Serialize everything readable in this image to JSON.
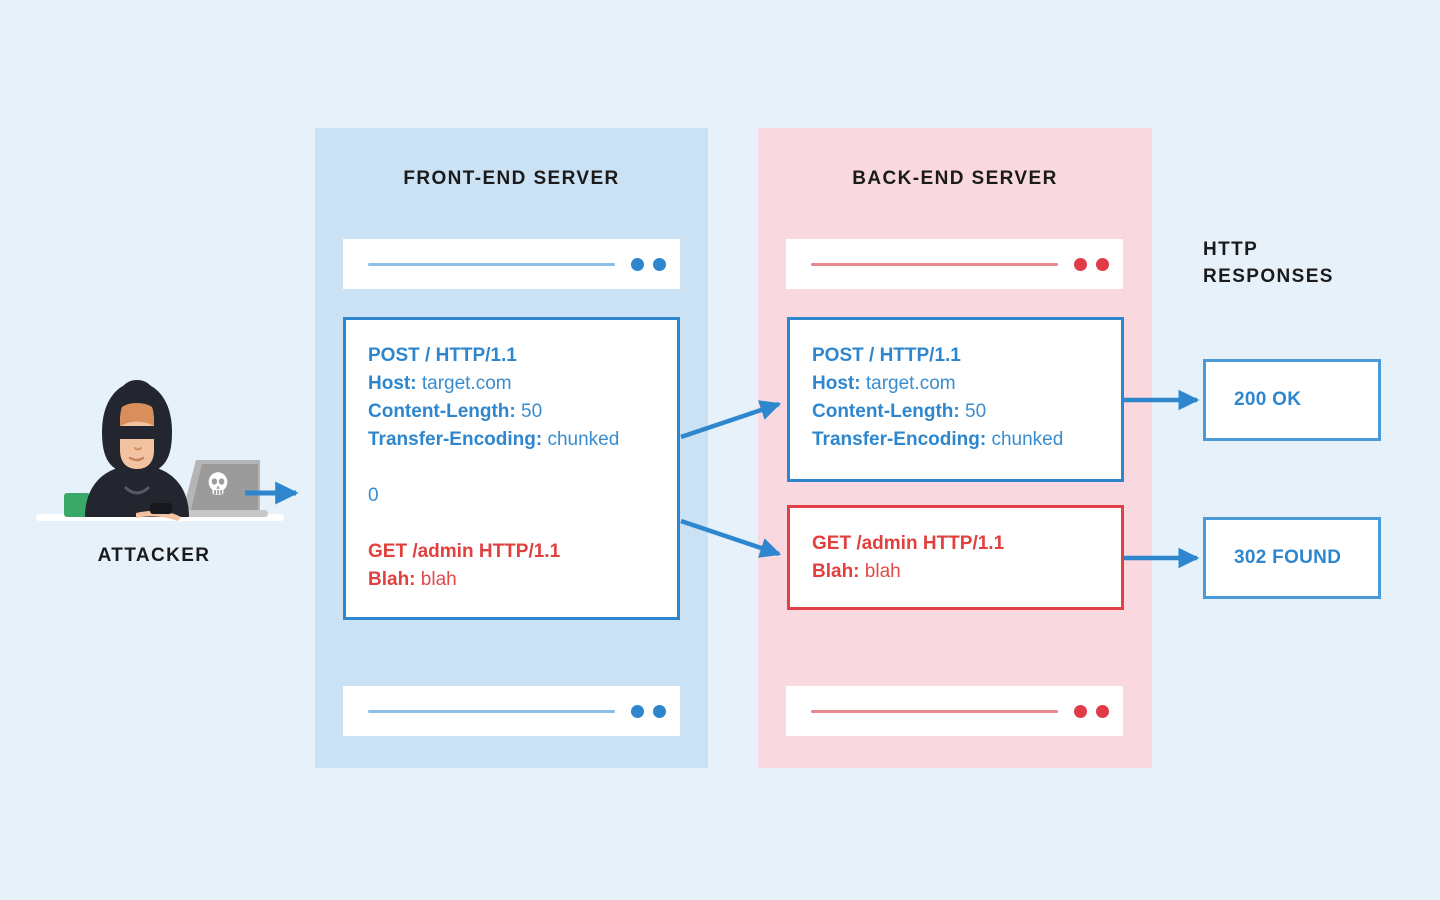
{
  "page": {
    "background_color": "#e6f1fa",
    "title": "HTTP Request Smuggling - CL.TE desync diagram"
  },
  "colors": {
    "background": "#e6f1fa",
    "frontend_panel": "#cbe1f4",
    "backend_panel": "#f9d9df",
    "blue_accent": "#2e87ce",
    "red_accent": "#e0413f",
    "box_white": "#ffffff",
    "text_dark": "#1b1b1b"
  },
  "attacker": {
    "label": "ATTACKER",
    "laptop_badge_icon": "skull-icon",
    "mug_color": "#3aa868",
    "hoodie_color": "#23262e",
    "laptop_color": "#9b9b9b"
  },
  "frontend": {
    "title": "FRONT-END SERVER",
    "toolbar_top": {
      "line": "toolbar-line",
      "dots": 2
    },
    "toolbar_bottom": {
      "line": "toolbar-line",
      "dots": 2
    },
    "request": {
      "tone": "blue",
      "lines": [
        {
          "key": "POST / HTTP/1.1",
          "value": ""
        },
        {
          "key": "Host:",
          "value": "target.com"
        },
        {
          "key": "Content-Length:",
          "value": "50"
        },
        {
          "key": "Transfer-Encoding:",
          "value": "chunked"
        },
        {
          "key": "",
          "value": ""
        },
        {
          "key": "",
          "value": "0"
        },
        {
          "key": "",
          "value": ""
        },
        {
          "key": "GET /admin HTTP/1.1",
          "value": "",
          "tone": "red"
        },
        {
          "key": "Blah:",
          "value": "blah",
          "tone": "red"
        }
      ]
    }
  },
  "backend": {
    "title": "BACK-END SERVER",
    "toolbar_top": {
      "line": "toolbar-line",
      "dots": 2
    },
    "toolbar_bottom": {
      "line": "toolbar-line",
      "dots": 2
    },
    "request_primary": {
      "tone": "blue",
      "lines": [
        {
          "key": "POST / HTTP/1.1",
          "value": ""
        },
        {
          "key": "Host:",
          "value": "target.com"
        },
        {
          "key": "Content-Length:",
          "value": "50"
        },
        {
          "key": "Transfer-Encoding:",
          "value": "chunked"
        }
      ]
    },
    "request_smuggled": {
      "tone": "red",
      "lines": [
        {
          "key": "GET /admin HTTP/1.1",
          "value": ""
        },
        {
          "key": "Blah:",
          "value": "blah"
        }
      ]
    }
  },
  "responses": {
    "title_line1": "HTTP",
    "title_line2": "RESPONSES",
    "items": [
      {
        "label": "200 OK"
      },
      {
        "label": "302 FOUND"
      }
    ]
  },
  "arrows": [
    {
      "name": "attacker-to-frontend",
      "from": "attacker-laptop",
      "to": "frontend-panel"
    },
    {
      "name": "frontend-to-backend-primary",
      "from": "frontend-request",
      "to": "backend-request-primary"
    },
    {
      "name": "frontend-to-backend-smuggled",
      "from": "frontend-request",
      "to": "backend-request-smuggled"
    },
    {
      "name": "backend-primary-to-200",
      "from": "backend-request-primary",
      "to": "response-200-ok"
    },
    {
      "name": "backend-smuggled-to-302",
      "from": "backend-request-smuggled",
      "to": "response-302-found"
    }
  ]
}
